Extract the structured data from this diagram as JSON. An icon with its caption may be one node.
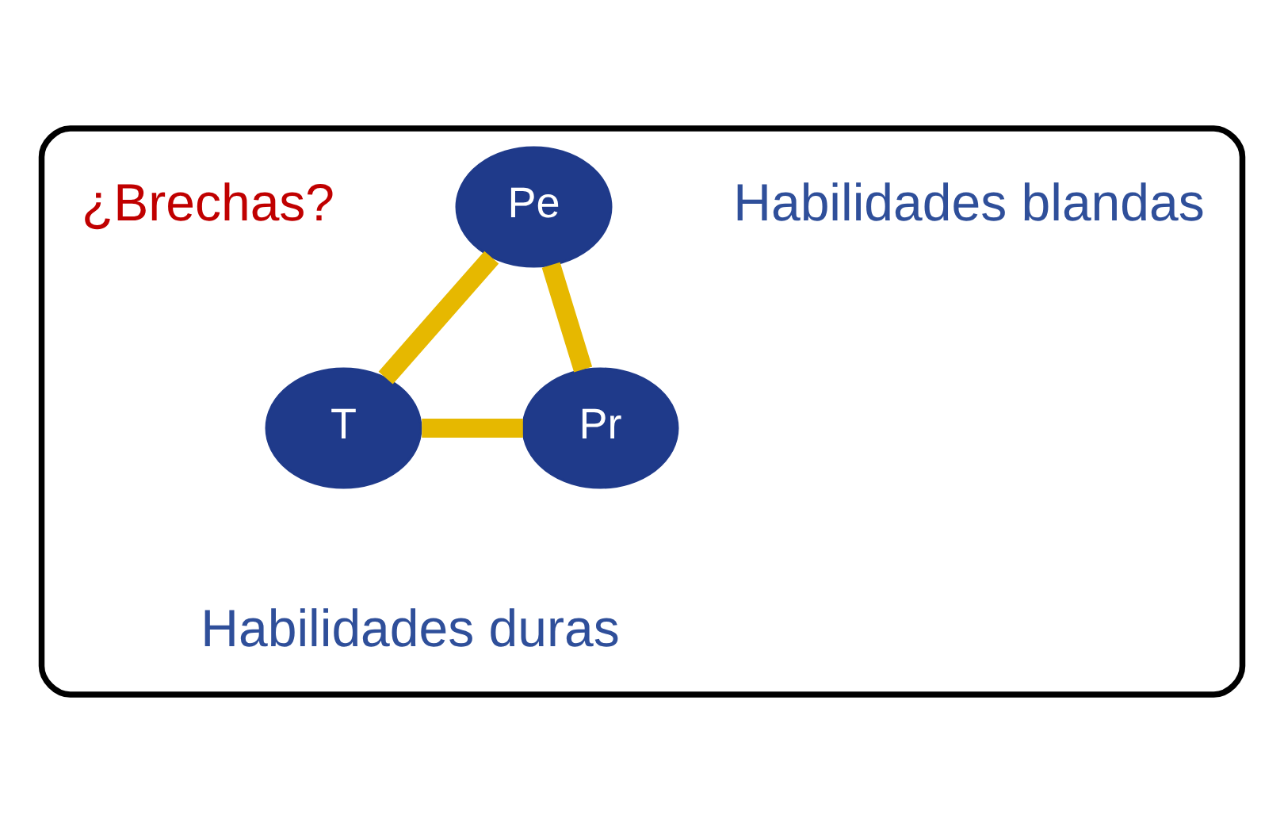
{
  "diagram": {
    "nodes": [
      {
        "text": [],
        "shape": "cloud"
      },
      {
        "text": [
          "Pe"
        ],
        "in": 0,
        "beside": [
          "Habilidades blandas"
        ]
      },
      {
        "text": [
          "T"
        ],
        "in": 0
      },
      {
        "text": [
          "Pr"
        ],
        "in": 0
      }
    ],
    "edges": [
      {
        "from": 1,
        "to": 2,
        "arrow": "none"
      },
      {
        "from": 2,
        "to": 3,
        "arrow": "none"
      },
      {
        "from": 3,
        "to": 1,
        "arrow": "none"
      }
    ],
    "labels": [
      "¿Brechas?",
      "Habilidades duras"
    ]
  }
}
